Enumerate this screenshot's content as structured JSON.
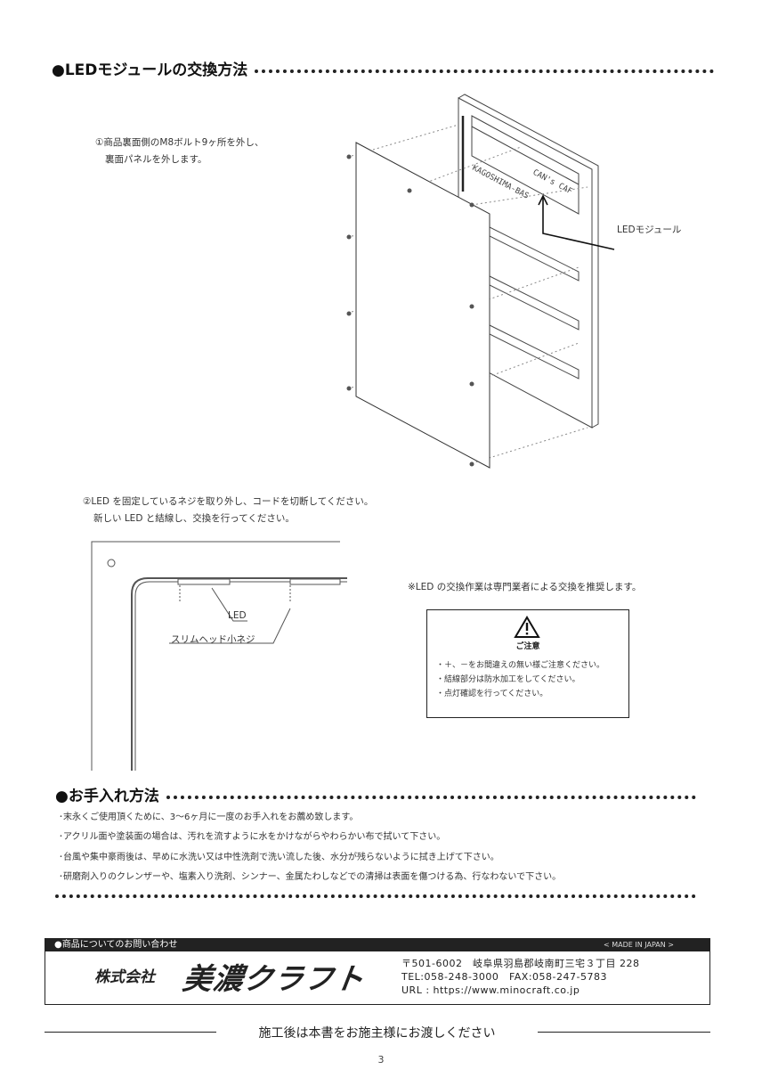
{
  "section1": {
    "heading": "●LEDモジュールの交換方法",
    "step1": [
      "①商品裏面側のM8ボルト9ヶ所を外し、",
      "裏面パネルを外します。"
    ],
    "diagram": {
      "sign_text_top": "CAN's CAF",
      "sign_text_bottom": "KAGOSHIMA-BAS",
      "led_module_label": "LEDモジュール"
    },
    "step2": [
      "②LED を固定しているネジを取り外し、コードを切断してください。",
      "新しい LED と結線し、交換を行ってください。"
    ],
    "detail": {
      "led_label": "LED",
      "screw_label": "スリムヘッド小ネジ"
    },
    "note": "※LED の交換作業は専門業者による交換を推奨します。",
    "caution": {
      "title": "ご注意",
      "items": [
        "・＋、－をお間違えの無い様ご注意ください。",
        "・結線部分は防水加工をしてください。",
        "・点灯確認を行ってください。"
      ]
    }
  },
  "section2": {
    "heading": "●お手入れ方法",
    "items": [
      "･末永くご使用頂くために、3～6ヶ月に一度のお手入れをお薦め致します。",
      "･アクリル面や塗装面の場合は、汚れを流すように水をかけながらやわらかい布で拭いて下さい。",
      "･台風や集中豪雨後は、早めに水洗い又は中性洗剤で洗い流した後、水分が残らないように拭き上げて下さい。",
      "･研磨剤入りのクレンザーや、塩素入り洗剤、シンナー、金属たわしなどでの清掃は表面を傷つける為、行なわないで下さい。"
    ]
  },
  "contact": {
    "bar_title": "●商品についてのお問い合わせ",
    "made_in": "< MADE IN JAPAN >",
    "company_prefix": "株式会社",
    "company_name": "美濃クラフト",
    "address": "〒501-6002　岐阜県羽島郡岐南町三宅３丁目 228",
    "tel": "TEL:058-248-3000",
    "fax": "FAX:058-247-5783",
    "url": "URL : https://www.minocraft.co.jp"
  },
  "footer": {
    "notice": "施工後は本書をお施主様にお渡しください",
    "page_number": "3"
  }
}
